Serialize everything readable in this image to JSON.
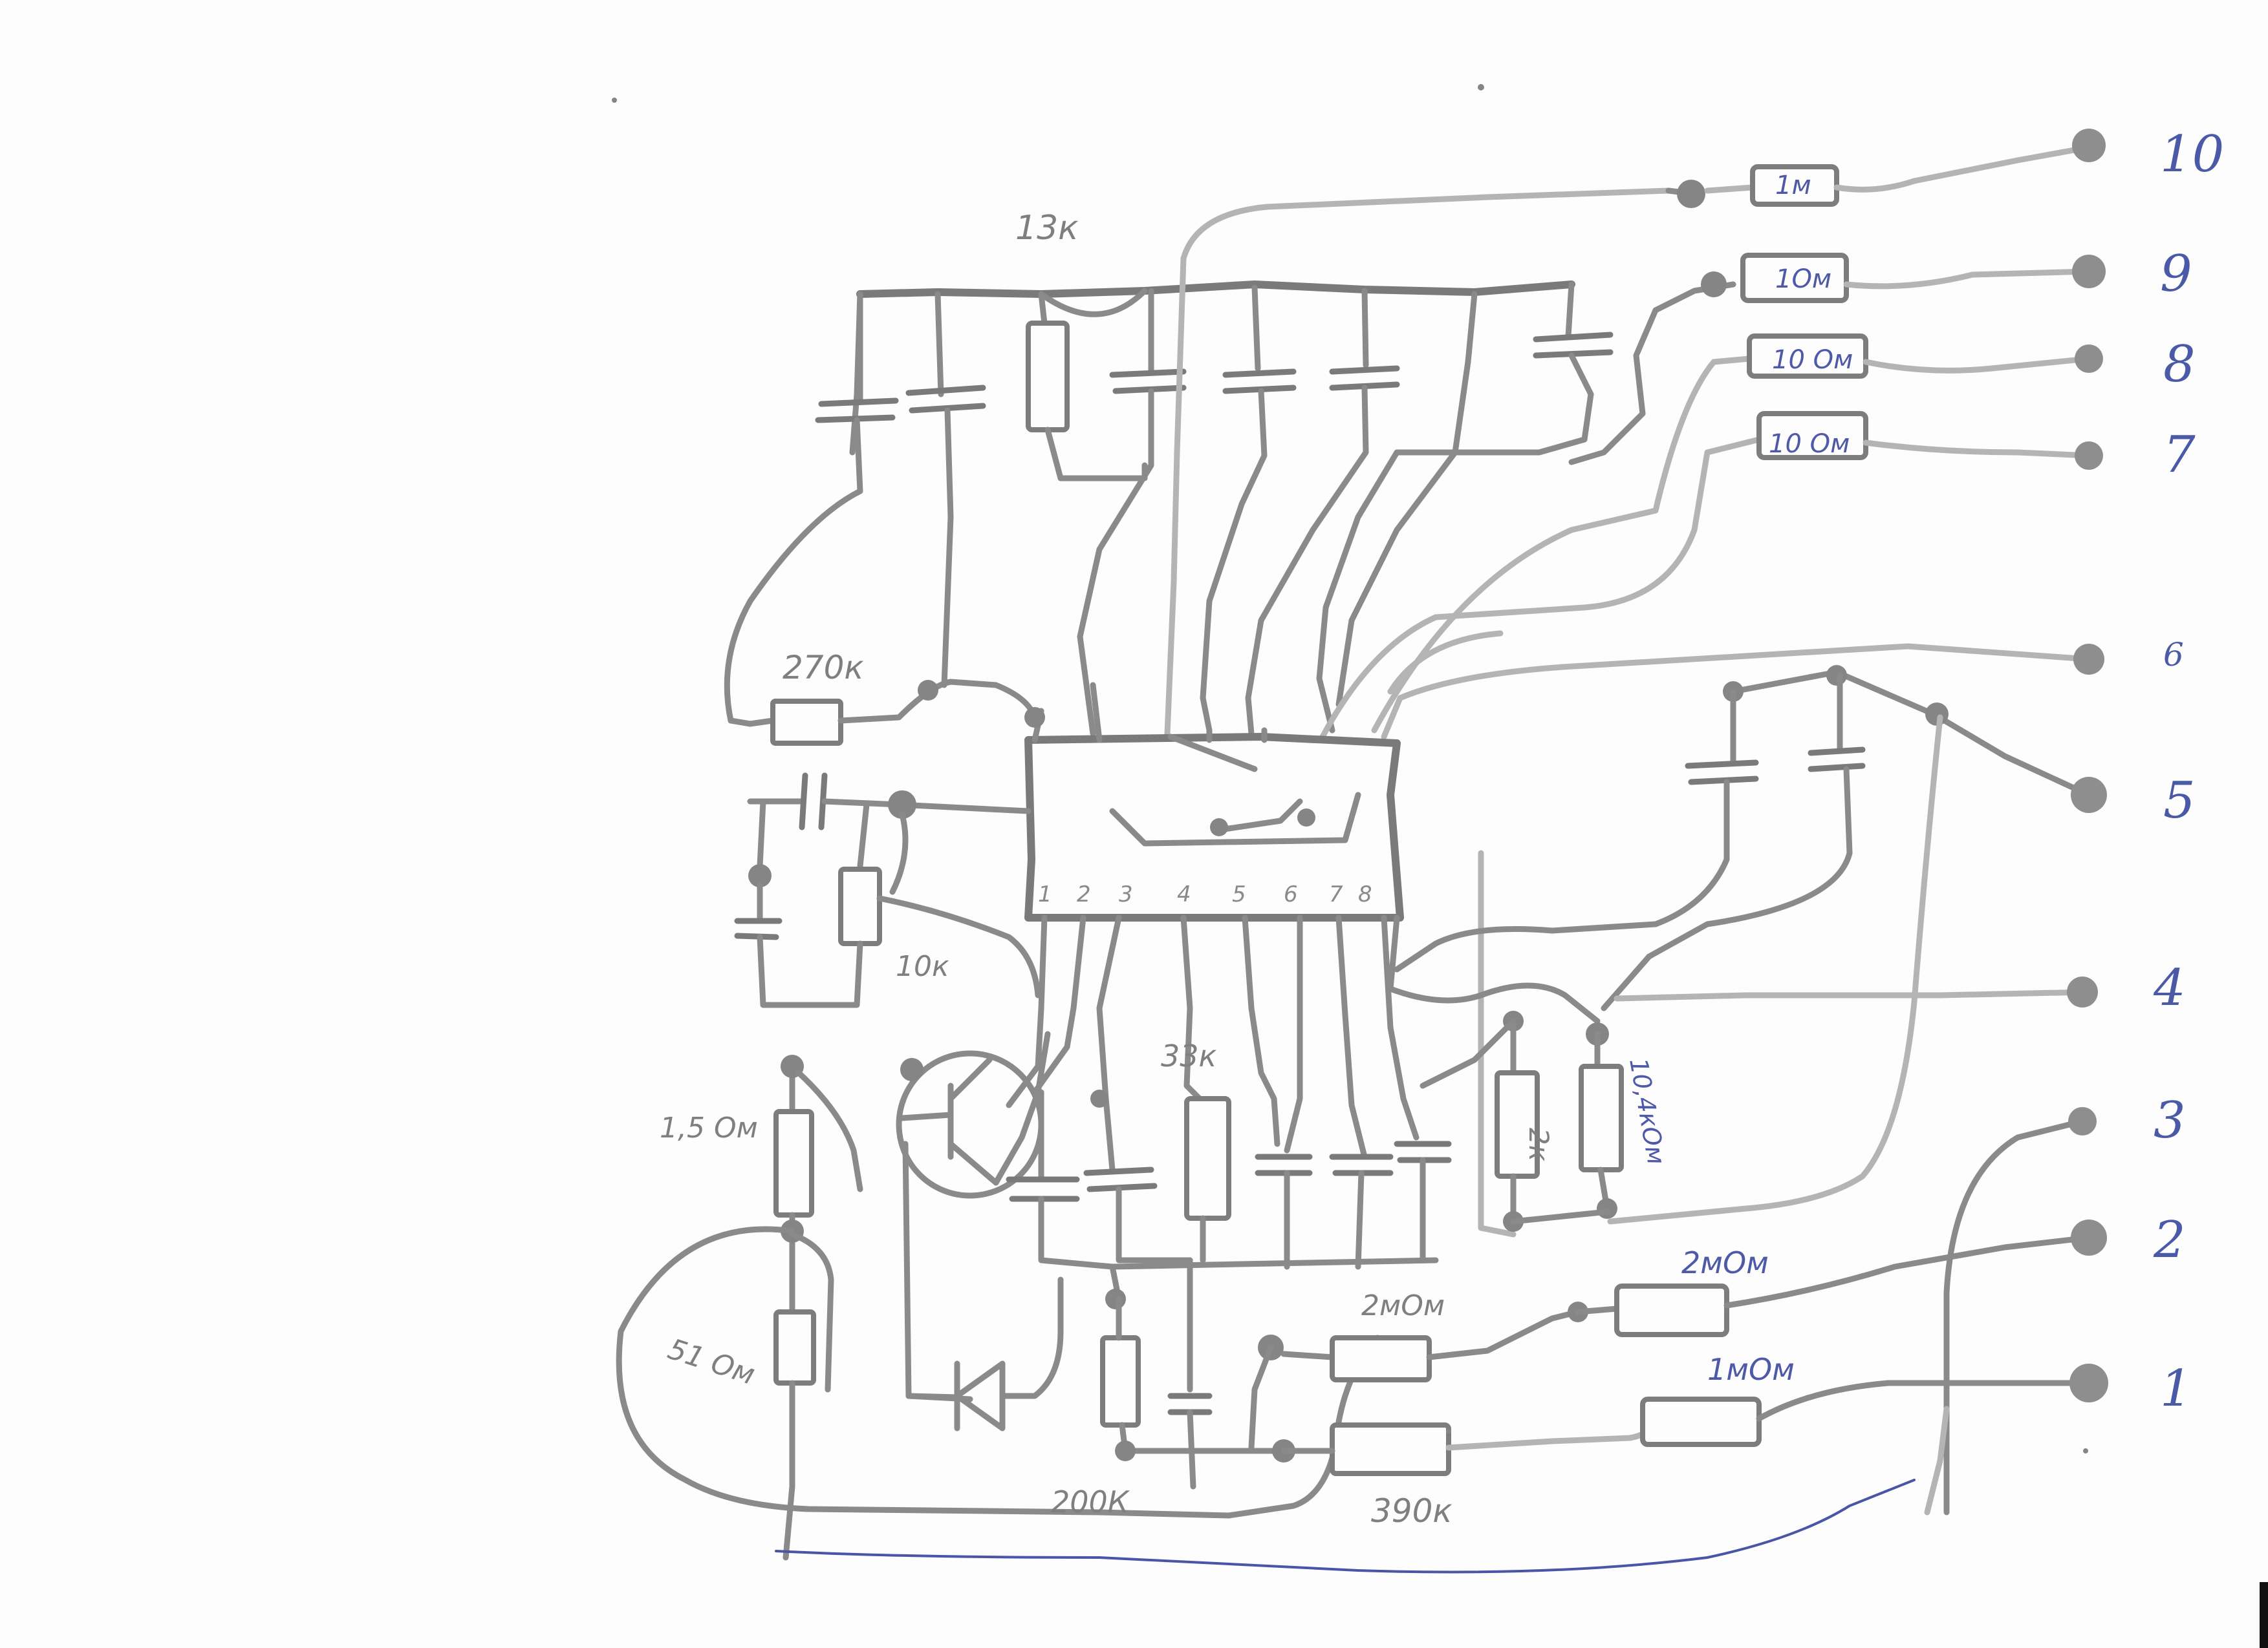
{
  "diagram": {
    "labels": {
      "r_13k": "13к",
      "r_270k": "270к",
      "r_10k": "10к",
      "r_1_5om": "1,5 Ом",
      "r_51om": "51 Ом",
      "r_33k": "33к",
      "r_2k": "2к",
      "r_10_4kom": "10,4кОм",
      "r_200k": "200К",
      "r_390k": "390к",
      "r_2mom_a": "2мОм",
      "r_2mom_b": "2мОм",
      "r_1mom": "1мОм",
      "r_1m": "1м",
      "r_1om": "1Ом",
      "r_10om_a": "10 Ом",
      "r_10om_b": "10 Ом"
    },
    "ic_pins": [
      "1",
      "2",
      "3",
      "4",
      "5",
      "6",
      "7",
      "8"
    ],
    "terminals": [
      "10",
      "9",
      "8",
      "7",
      "6",
      "5",
      "4",
      "3",
      "2",
      "1"
    ]
  }
}
